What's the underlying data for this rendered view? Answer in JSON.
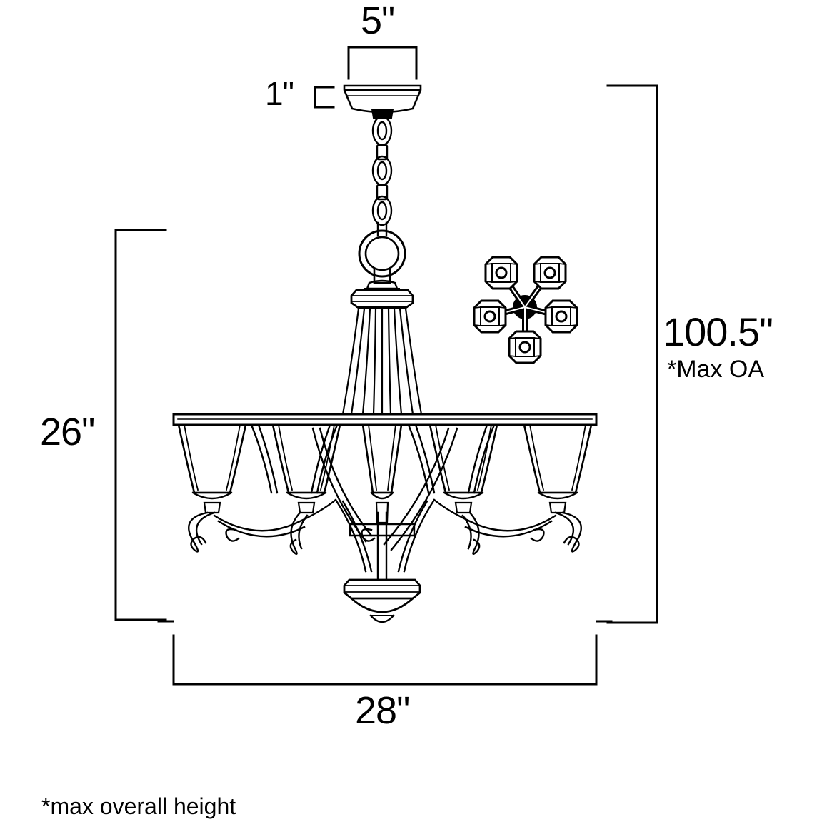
{
  "drawing": {
    "title": "chandelier-dimension-drawing",
    "product_type": "5-light chandelier",
    "line_color": "#000000",
    "background_color": "#ffffff"
  },
  "dimensions": {
    "top_width": "5\"",
    "canopy_height": "1\"",
    "max_overall_height": "100.5\"",
    "max_overall_note": "*Max OA",
    "fixture_height": "26\"",
    "fixture_width": "28\""
  },
  "footnote": {
    "text": "*max overall height"
  },
  "top_view": {
    "name": "top-view-arm-layout",
    "arm_count": 5,
    "shade_shape": "square"
  }
}
